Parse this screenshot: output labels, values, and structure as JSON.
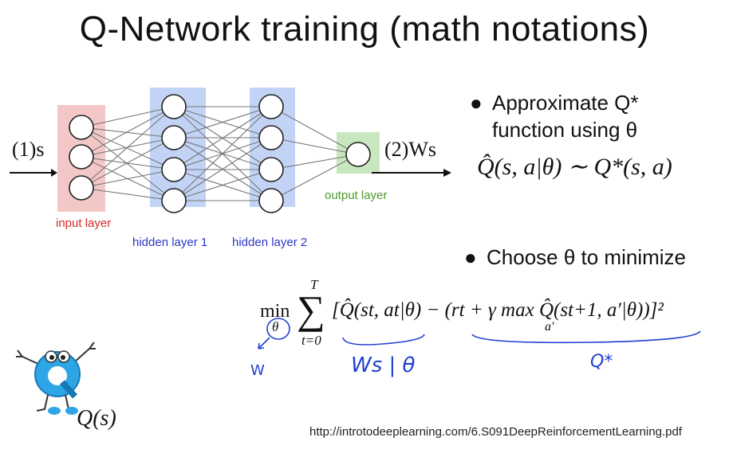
{
  "title": "Q-Network training (math notations)",
  "diagram": {
    "input_arrow_label": "(1)s",
    "output_arrow_label": "(2)Ws",
    "input_layer_label": "input layer",
    "hidden1_label": "hidden layer 1",
    "hidden2_label": "hidden layer 2",
    "output_layer_label": "output layer",
    "colors": {
      "input": "#f4c7c7",
      "hidden": "#c3d3f5",
      "output": "#c9e7bf",
      "input_text": "#d62b2b",
      "hidden_text": "#2b36c8",
      "output_text": "#4a9a2a"
    }
  },
  "bullet1": {
    "line1": "Approximate Q*",
    "line2": "function using θ",
    "formula": "Q̂(s, a|θ) ∼ Q*(s, a)"
  },
  "bullet2": {
    "text": "Choose θ to minimize"
  },
  "loss": {
    "min": "min",
    "min_sub": "θ",
    "sum_top": "T",
    "sum_bottom": "t=0",
    "body": "[Q̂(st, at|θ) − (rt + γ max Q̂(st+1, a′|θ))]²",
    "max_sub": "a′"
  },
  "handwriting": {
    "under_theta": "W",
    "under_q1": "Ws | θ",
    "under_target": "Q*"
  },
  "mascot_label": "Q(s)",
  "url": "http://introtodeeplearning.com/6.S091DeepReinforcementLearning.pdf"
}
